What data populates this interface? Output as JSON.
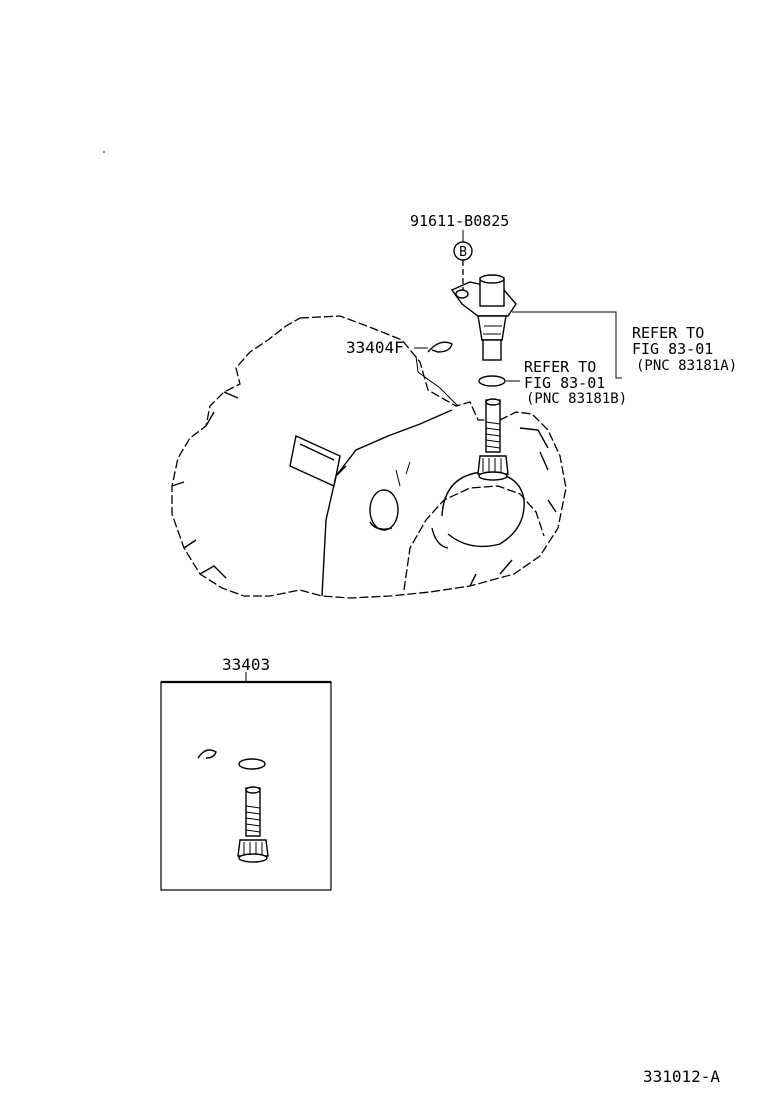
{
  "labels": {
    "bolt_part": "91611-B0825",
    "bolt_marker": "B",
    "clip_part": "33404F",
    "kit_part": "33403",
    "refer_a": {
      "line1": "REFER TO",
      "line2": "FIG 83-01",
      "line3": "(PNC 83181A)"
    },
    "refer_b": {
      "line1": "REFER TO",
      "line2": "FIG 83-01",
      "line3": "(PNC 83181B)"
    },
    "figure_id": "331012-A"
  }
}
